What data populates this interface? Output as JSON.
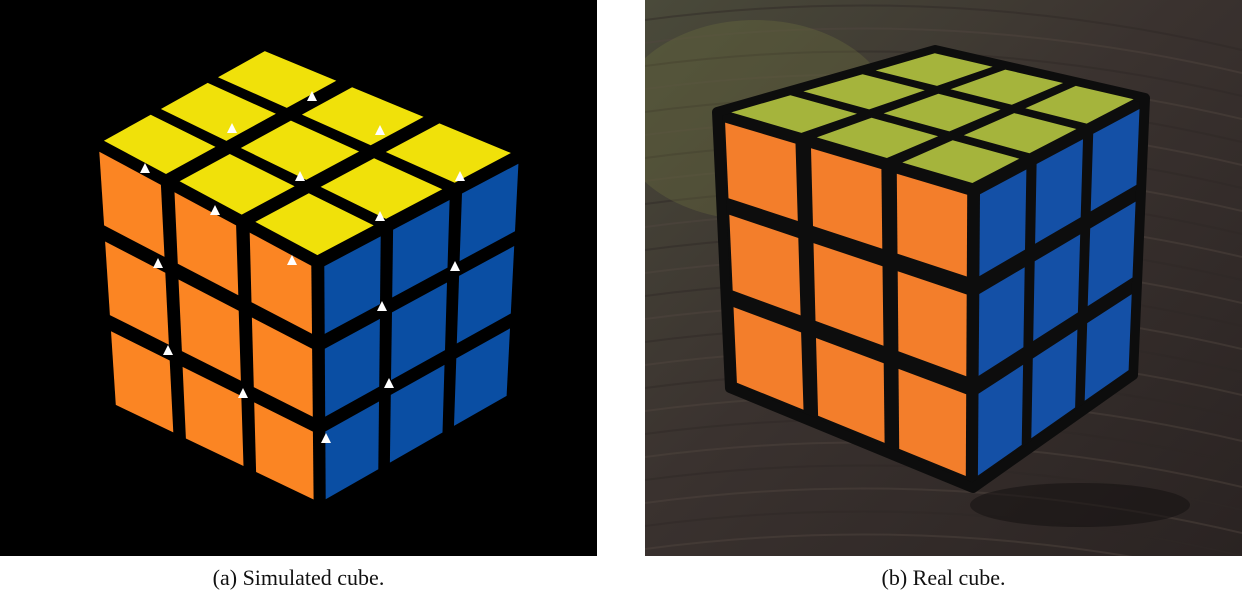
{
  "figure": {
    "panels": [
      {
        "label": "(a) Simulated cube.",
        "image": "simulated-rubiks-cube-render",
        "colors": {
          "top": "#f0e10a",
          "left": "#fb8523",
          "right": "#0a4ea3",
          "frame": "#000000",
          "marker": "#ffffff"
        }
      },
      {
        "label": "(b) Real cube.",
        "image": "real-rubiks-cube-photo",
        "colors": {
          "top": "#a5b43c",
          "left": "#f37e2b",
          "right": "#1450a6",
          "frame": "#0d0d0d",
          "background": "#3b3431"
        }
      }
    ]
  }
}
